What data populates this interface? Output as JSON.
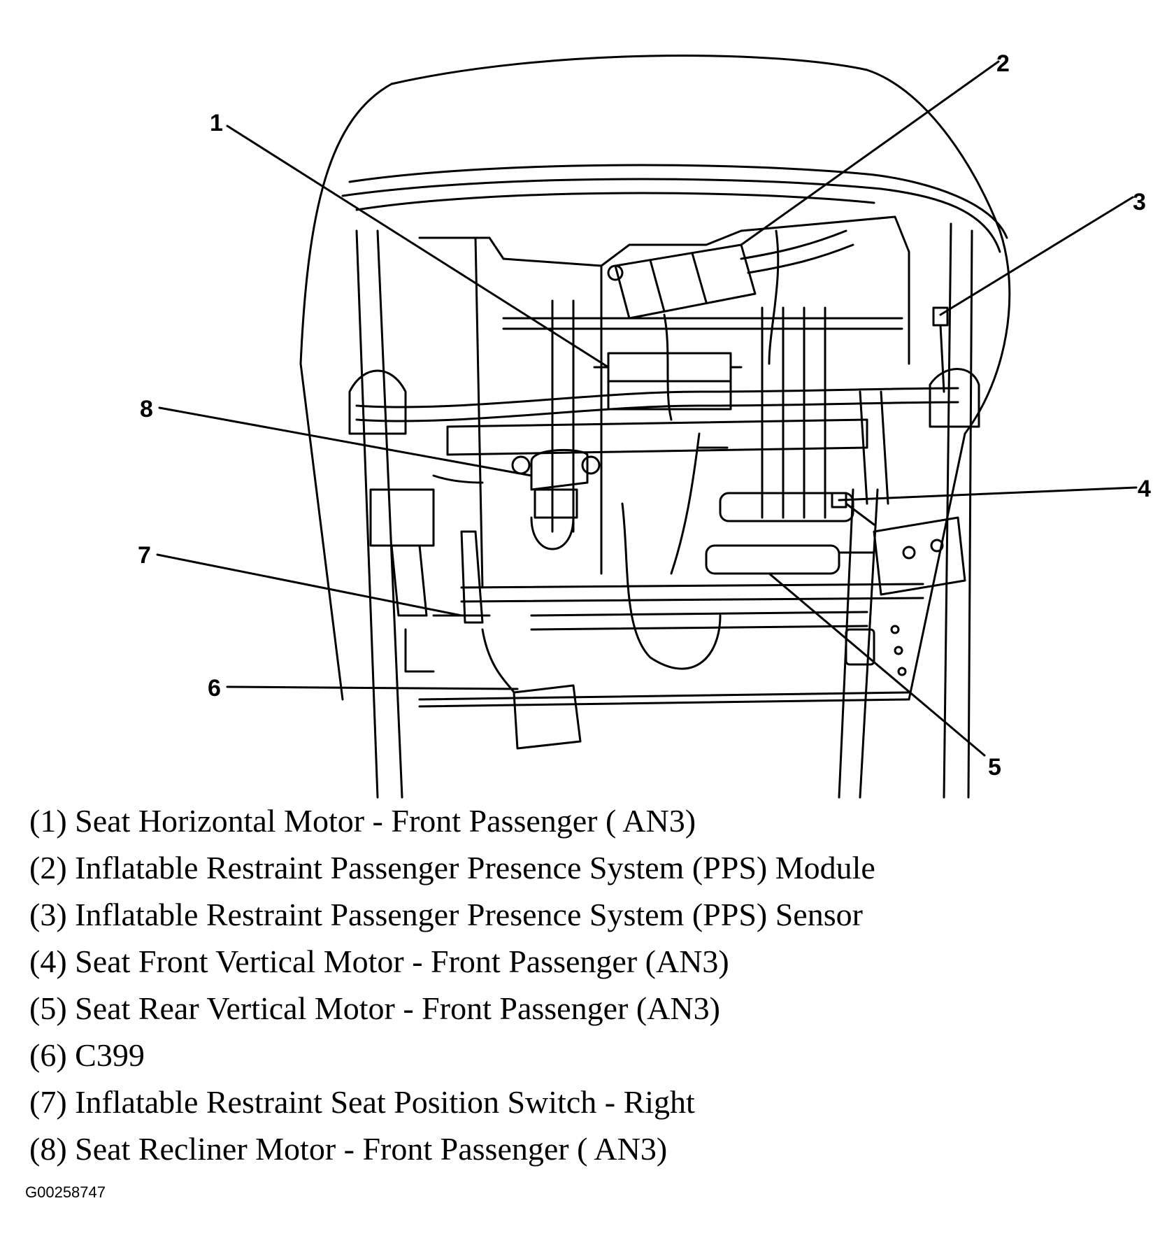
{
  "callouts": [
    "1",
    "2",
    "3",
    "4",
    "5",
    "6",
    "7",
    "8"
  ],
  "legend": [
    "(1) Seat Horizontal Motor - Front Passenger ( AN3)",
    "(2) Inflatable Restraint Passenger Presence System (PPS) Module",
    "(3) Inflatable Restraint Passenger Presence System (PPS) Sensor",
    "(4) Seat Front Vertical Motor - Front Passenger (AN3)",
    "(5) Seat Rear Vertical Motor - Front Passenger (AN3)",
    "(6) C399",
    "(7) Inflatable Restraint Seat Position Switch - Right",
    "(8) Seat Recliner Motor - Front Passenger ( AN3)"
  ],
  "figure_id": "G00258747"
}
